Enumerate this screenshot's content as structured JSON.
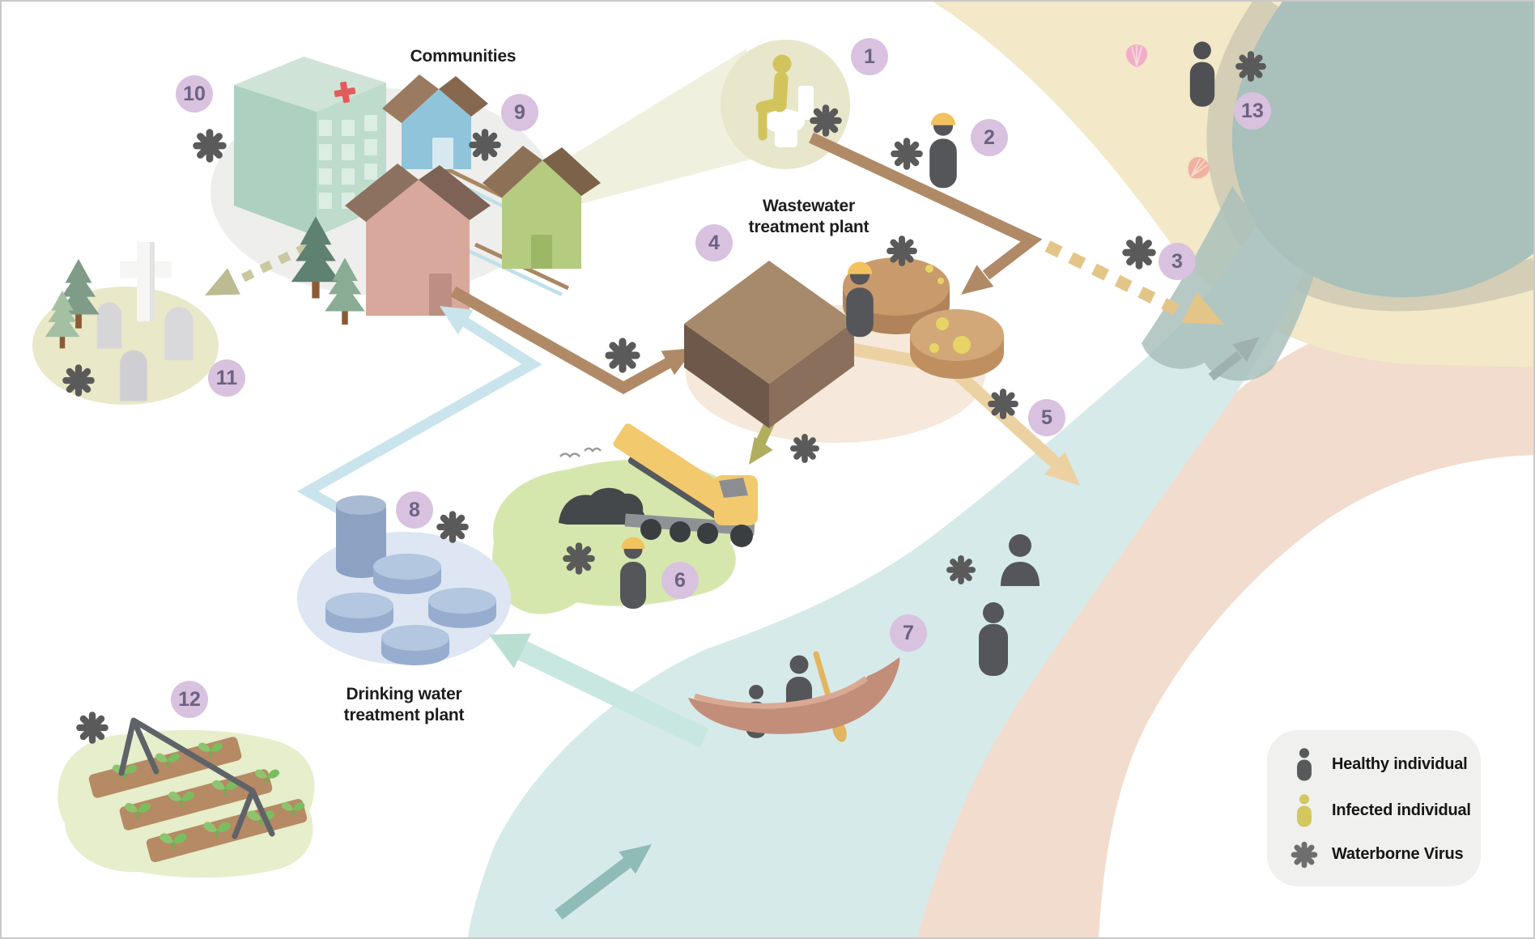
{
  "labels": {
    "communities": "Communities",
    "wastewater_line1": "Wastewater",
    "wastewater_line2": "treatment plant",
    "drinking_line1": "Drinking water",
    "drinking_line2": "treatment plant"
  },
  "badges": [
    {
      "label": "1"
    },
    {
      "label": "2"
    },
    {
      "label": "3"
    },
    {
      "label": "4"
    },
    {
      "label": "5"
    },
    {
      "label": "6"
    },
    {
      "label": "7"
    },
    {
      "label": "8"
    },
    {
      "label": "9"
    },
    {
      "label": "10"
    },
    {
      "label": "11"
    },
    {
      "label": "12"
    },
    {
      "label": "13"
    }
  ],
  "legend": {
    "items": [
      {
        "icon": "healthy-individual-icon",
        "label": "Healthy individual"
      },
      {
        "icon": "infected-individual-icon",
        "label": "Infected individual"
      },
      {
        "icon": "waterborne-virus-icon",
        "label": "Waterborne Virus"
      }
    ]
  },
  "icons": {
    "virus": "waterborne-virus-icon",
    "healthy_person": "healthy-individual-icon",
    "infected_person": "infected-individual-icon"
  },
  "colors": {
    "badge_bg": "#d8c2e0",
    "badge_text": "#6c6282",
    "virus": "#5a5a5a",
    "healthy_individual": "#55565a",
    "infected_individual": "#d2c45c",
    "hard_hat": "#f2c25f",
    "sea": "#a9c0bb",
    "sand": "#f3e8c8",
    "river": "#d6eaea",
    "riverbank": "#f2dccd",
    "sewage_arrow": "#b08a67",
    "sea_discharge_dashed_arrow": "#e4c588",
    "effluent_arrow": "#ecd2a2",
    "treated_water_arrow": "#c9e4ec",
    "river_intake_arrow": "#c8e7e0",
    "sludge_arrow": "#b1ae60",
    "cemetery_arrow": "#c9c8a0"
  }
}
